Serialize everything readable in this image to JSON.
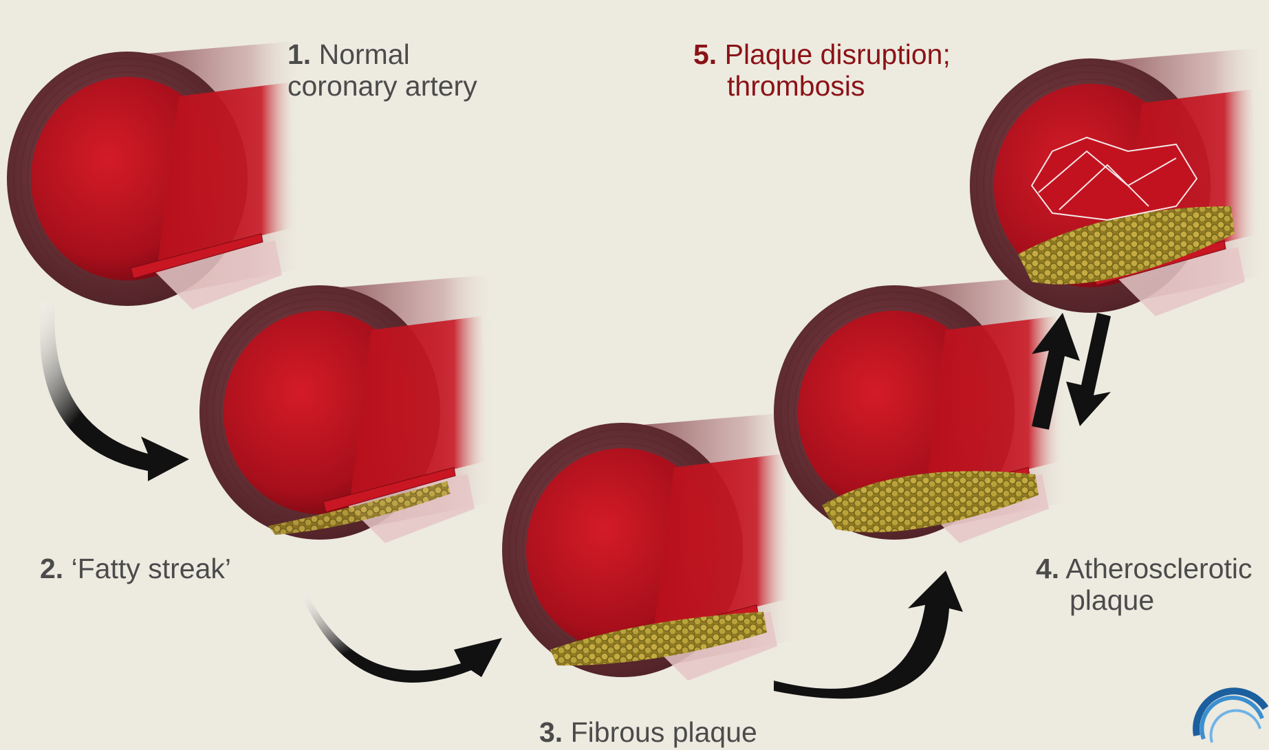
{
  "diagram": {
    "stages": [
      {
        "number": "1.",
        "line1": "Normal",
        "line2": "coronary artery"
      },
      {
        "number": "2.",
        "line1": "‘Fatty streak’"
      },
      {
        "number": "3.",
        "line1": "Fibrous plaque"
      },
      {
        "number": "4.",
        "line1": "Atherosclerotic",
        "line2": "plaque"
      },
      {
        "number": "5.",
        "line1": "Plaque disruption;",
        "line2": "thrombosis"
      }
    ],
    "colors": {
      "background": "#edeae0",
      "artery_wall": "#6e3338",
      "lumen": "#b3111d",
      "fat": "#b9a23a",
      "arrow": "#111111",
      "stage5_label": "#8a1216",
      "logo": "#2a6fb0"
    }
  }
}
